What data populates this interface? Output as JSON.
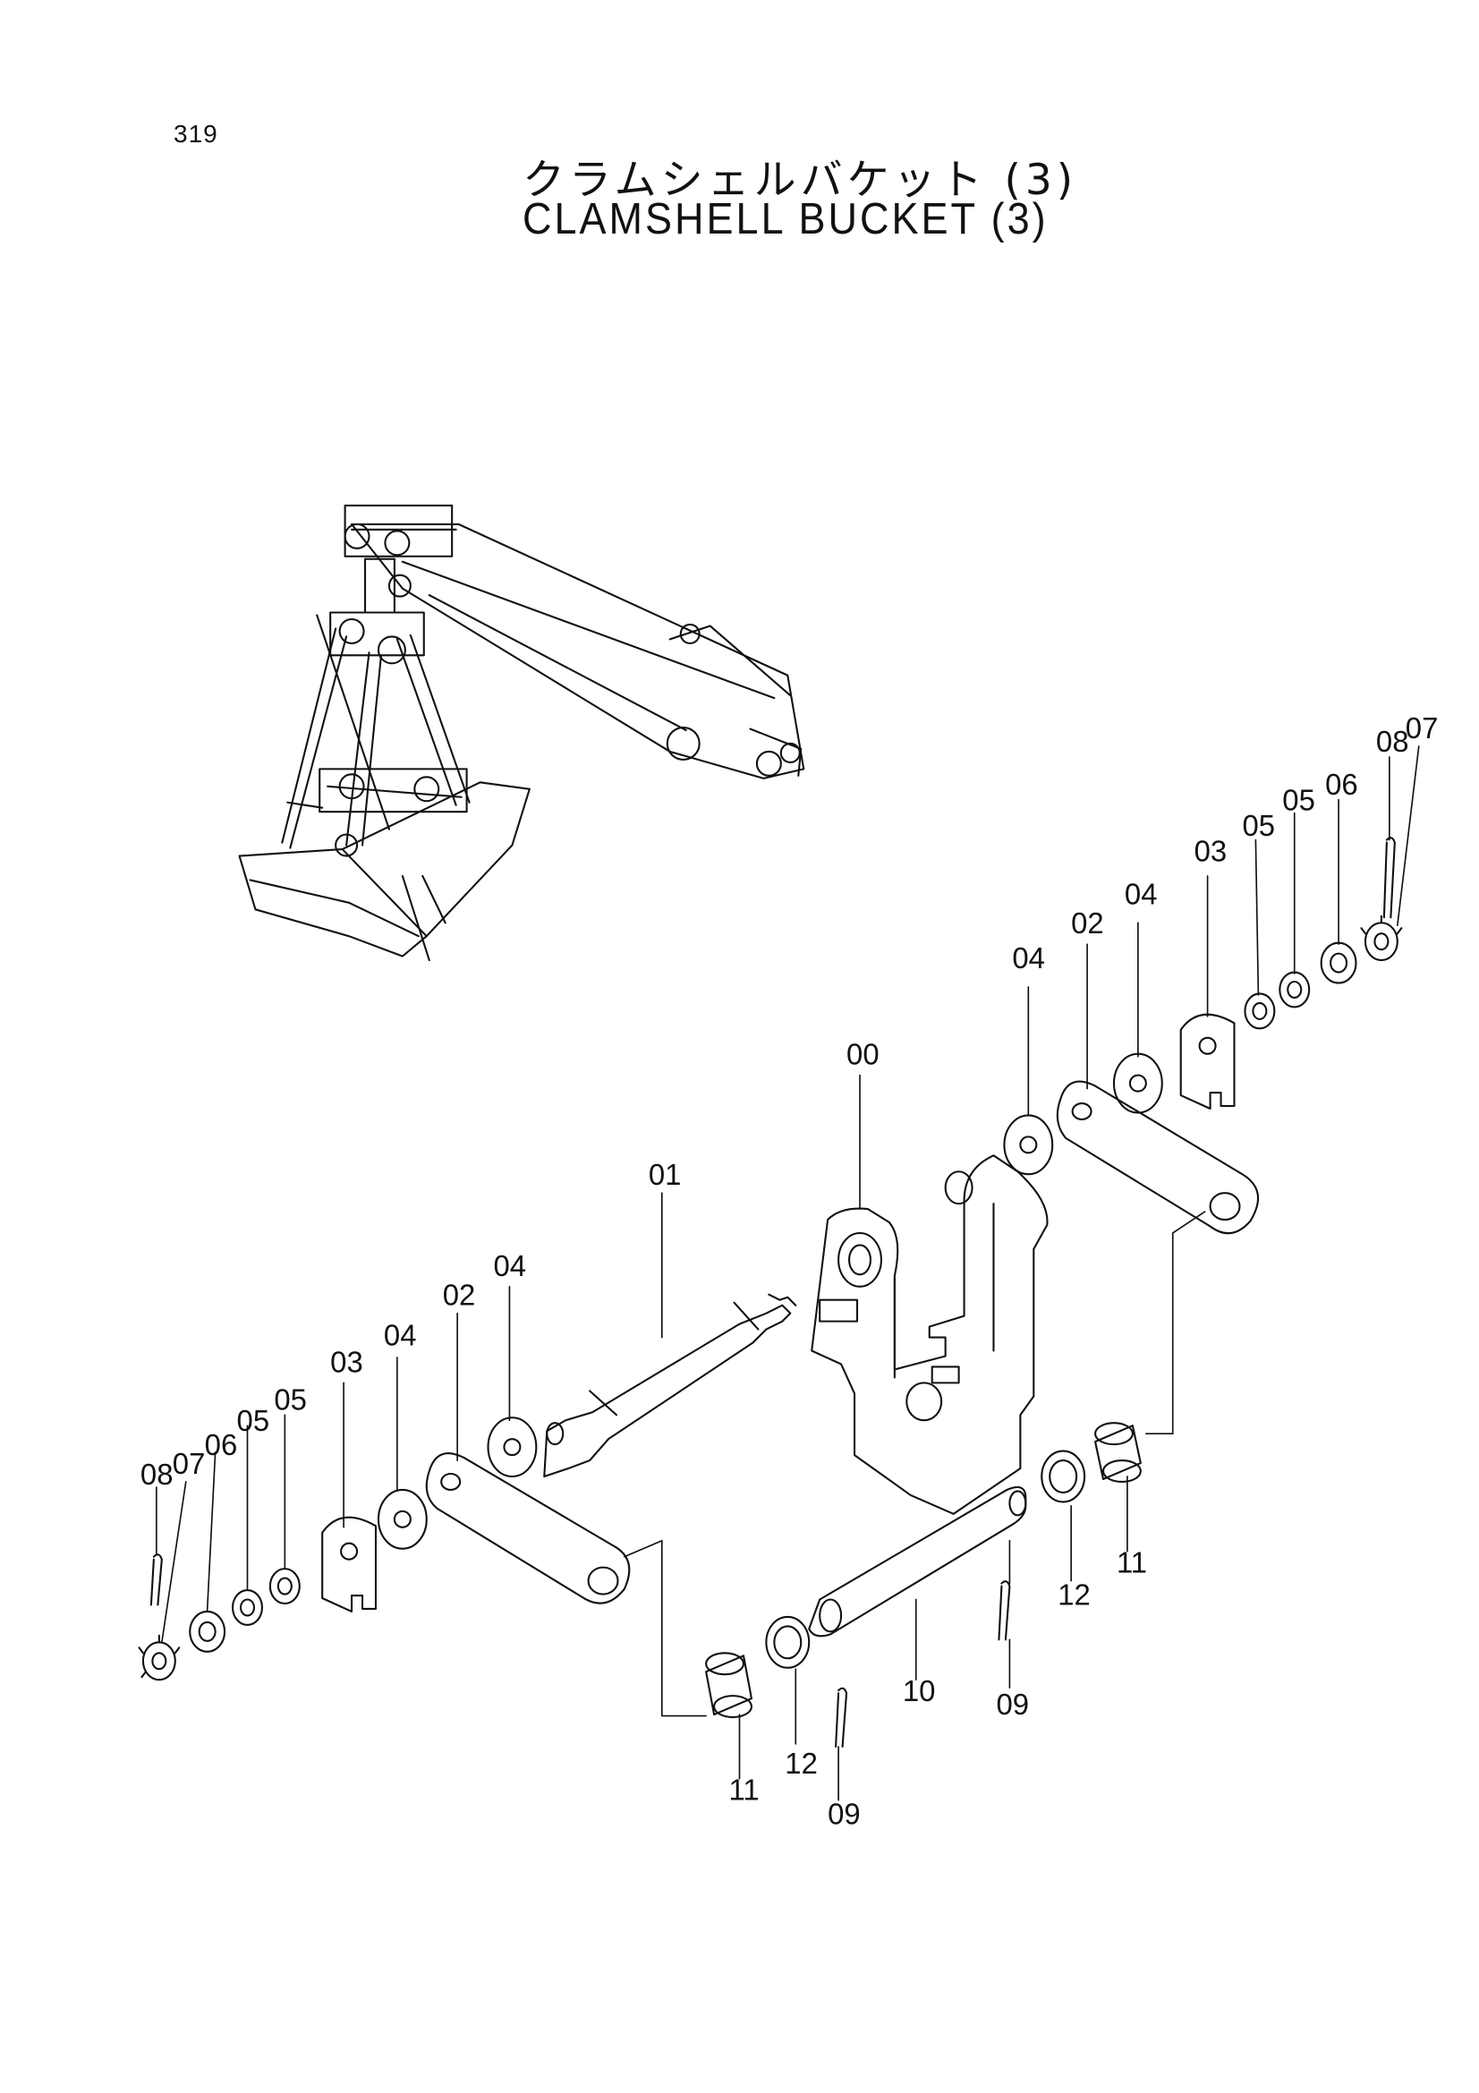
{
  "page": {
    "number": "319",
    "title_jp": "クラムシェルバケット (3)",
    "title_en": "CLAMSHELL BUCKET (3)"
  },
  "callouts": [
    {
      "id": "c-08a",
      "text": "08"
    },
    {
      "id": "c-07a",
      "text": "07"
    },
    {
      "id": "c-06a",
      "text": "06"
    },
    {
      "id": "c-05a",
      "text": "05"
    },
    {
      "id": "c-05b",
      "text": "05"
    },
    {
      "id": "c-03a",
      "text": "03"
    },
    {
      "id": "c-04a",
      "text": "04"
    },
    {
      "id": "c-02a",
      "text": "02"
    },
    {
      "id": "c-04b",
      "text": "04"
    },
    {
      "id": "c-01",
      "text": "01"
    },
    {
      "id": "c-00",
      "text": "00"
    },
    {
      "id": "c-04c",
      "text": "04"
    },
    {
      "id": "c-02b",
      "text": "02"
    },
    {
      "id": "c-04d",
      "text": "04"
    },
    {
      "id": "c-03b",
      "text": "03"
    },
    {
      "id": "c-05c",
      "text": "05"
    },
    {
      "id": "c-05d",
      "text": "05"
    },
    {
      "id": "c-06b",
      "text": "06"
    },
    {
      "id": "c-08b",
      "text": "08"
    },
    {
      "id": "c-07b",
      "text": "07"
    },
    {
      "id": "c-11a",
      "text": "11"
    },
    {
      "id": "c-12a",
      "text": "12"
    },
    {
      "id": "c-09a",
      "text": "09"
    },
    {
      "id": "c-10",
      "text": "10"
    },
    {
      "id": "c-09b",
      "text": "09"
    },
    {
      "id": "c-12b",
      "text": "12"
    },
    {
      "id": "c-11b",
      "text": "11"
    }
  ]
}
